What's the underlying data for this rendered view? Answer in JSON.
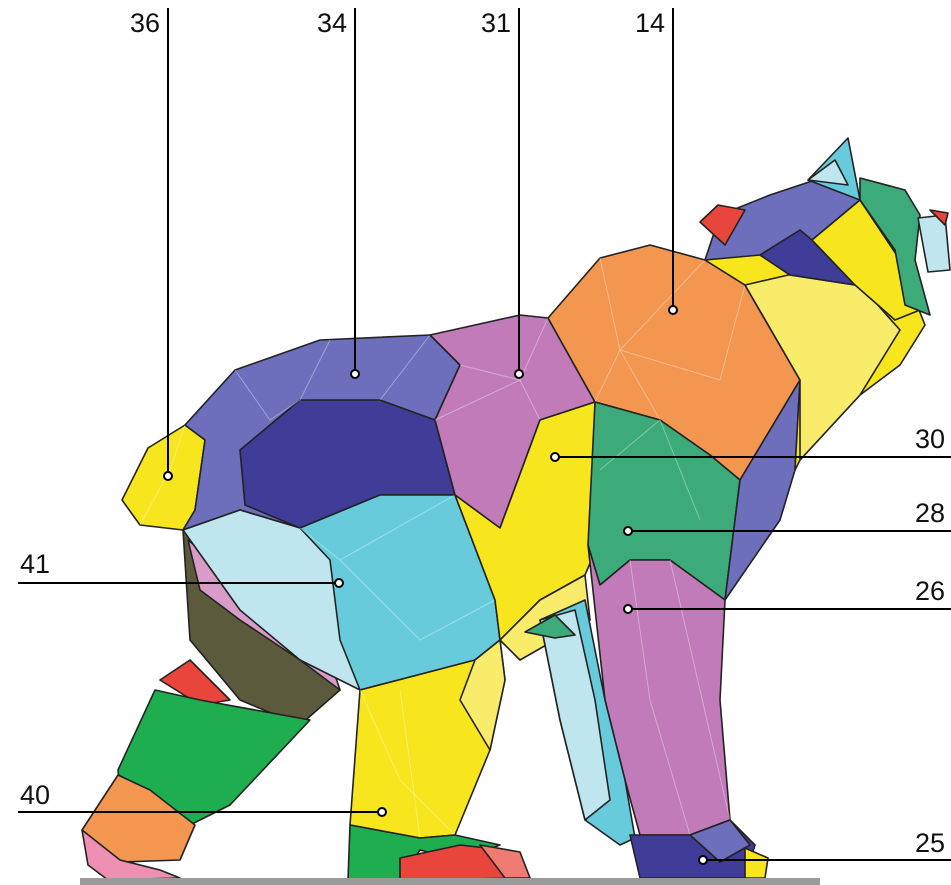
{
  "labels": {
    "l36": "36",
    "l34": "34",
    "l31": "31",
    "l14": "14",
    "l30": "30",
    "l28": "28",
    "l26": "26",
    "l41": "41",
    "l40": "40",
    "l25": "25"
  },
  "colors": {
    "yellow": "#f7e51d",
    "light_yellow": "#f9ec6a",
    "periwinkle": "#6d6fbd",
    "dark_indigo": "#3f3d97",
    "mauve": "#c07bb8",
    "orange": "#f39650",
    "green": "#3daa7a",
    "bright_green": "#1fae4f",
    "cyan": "#68cbdb",
    "pale_cyan": "#bfe6ef",
    "olive": "#5c5a3c",
    "red": "#e8463c",
    "pink": "#ef8fb3",
    "ground": "#9a9a9a"
  }
}
